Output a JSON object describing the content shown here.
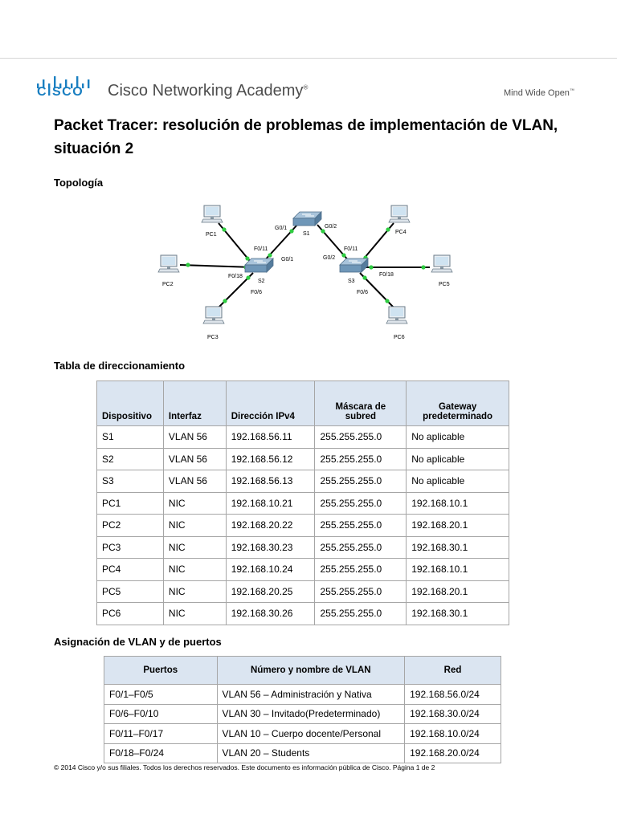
{
  "header": {
    "brand": "CISCO",
    "academy": "Cisco Networking Academy",
    "registered": "®",
    "tagline": "Mind Wide Open",
    "trademark": "™"
  },
  "title": "Packet Tracer: resolución de problemas de implementación de VLAN, situación 2",
  "topology": {
    "heading": "Topología",
    "labels": {
      "S1": "S1",
      "S2": "S2",
      "S3": "S3",
      "PC1": "PC1",
      "PC2": "PC2",
      "PC3": "PC3",
      "PC4": "PC4",
      "PC5": "PC5",
      "PC6": "PC6",
      "s1_g01": "G0/1",
      "s1_g02": "G0/2",
      "s2_f011": "F0/11",
      "s2_g01": "G0/1",
      "s2_f018": "F0/18",
      "s2_f06": "F0/6",
      "s3_f011": "F0/11",
      "s3_g02": "G0/2",
      "s3_f018": "F0/18",
      "s3_f06": "F0/6"
    },
    "colors": {
      "link": "#000000",
      "port_up": "#2ecc40",
      "switch": "#6f97b8",
      "pc_screen": "#cfe3f1"
    }
  },
  "addressing": {
    "heading": "Tabla de direccionamiento",
    "headers": [
      "Dispositivo",
      "Interfaz",
      "Dirección IPv4",
      "Máscara de subred",
      "Gateway predeterminado"
    ],
    "rows": [
      [
        "S1",
        "VLAN 56",
        "192.168.56.11",
        "255.255.255.0",
        "No aplicable"
      ],
      [
        "S2",
        "VLAN 56",
        "192.168.56.12",
        "255.255.255.0",
        "No aplicable"
      ],
      [
        "S3",
        "VLAN 56",
        "192.168.56.13",
        "255.255.255.0",
        "No aplicable"
      ],
      [
        "PC1",
        "NIC",
        "192.168.10.21",
        "255.255.255.0",
        "192.168.10.1"
      ],
      [
        "PC2",
        "NIC",
        "192.168.20.22",
        "255.255.255.0",
        "192.168.20.1"
      ],
      [
        "PC3",
        "NIC",
        "192.168.30.23",
        "255.255.255.0",
        "192.168.30.1"
      ],
      [
        "PC4",
        "NIC",
        "192.168.10.24",
        "255.255.255.0",
        "192.168.10.1"
      ],
      [
        "PC5",
        "NIC",
        "192.168.20.25",
        "255.255.255.0",
        "192.168.20.1"
      ],
      [
        "PC6",
        "NIC",
        "192.168.30.26",
        "255.255.255.0",
        "192.168.30.1"
      ]
    ]
  },
  "vlan_assignment": {
    "heading": "Asignación de VLAN y de puertos",
    "headers": [
      "Puertos",
      "Número y nombre de VLAN",
      "Red"
    ],
    "rows": [
      [
        "F0/1–F0/5",
        "VLAN 56 – Administración y Nativa",
        "192.168.56.0/24"
      ],
      [
        "F0/6–F0/10",
        "VLAN 30 – Invitado(Predeterminado)",
        "192.168.30.0/24"
      ],
      [
        "F0/11–F0/17",
        "VLAN 10 – Cuerpo docente/Personal",
        "192.168.10.0/24"
      ],
      [
        "F0/18–F0/24",
        "VLAN 20 – Students",
        "192.168.20.0/24"
      ]
    ]
  },
  "footer": "© 2014 Cisco y/o sus filiales. Todos los derechos reservados. Este documento es información pública de Cisco.  Página 1 de 2"
}
